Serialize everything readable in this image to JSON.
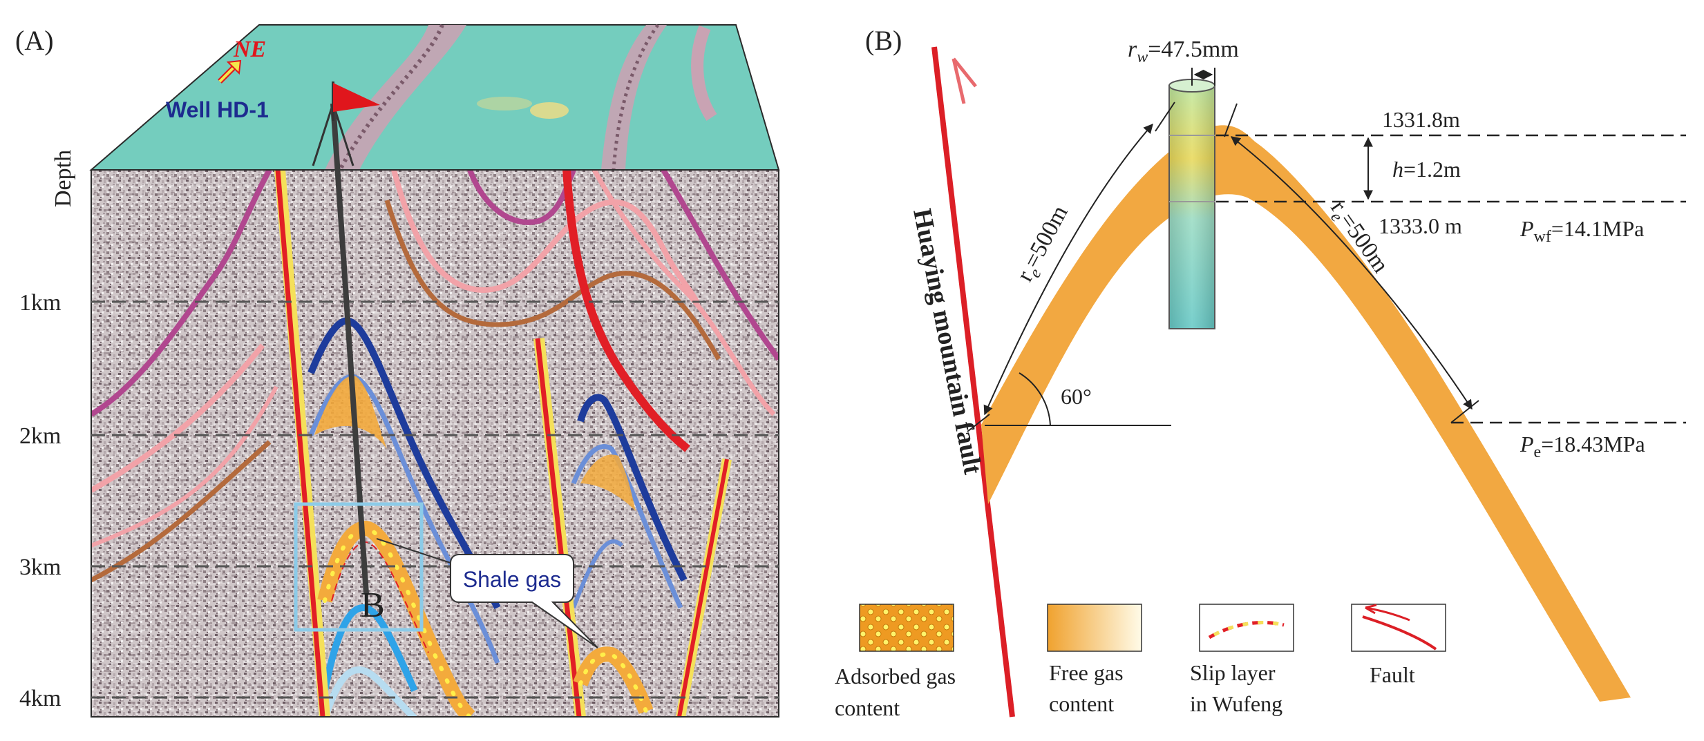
{
  "panel_a": {
    "label": "(A)",
    "north_label": "NE",
    "well_label": "Well HD-1",
    "depth_title": "Depth",
    "depth_ticks": [
      "1km",
      "2km",
      "3km",
      "4km"
    ],
    "point_label": "B",
    "callout": "Shale gas"
  },
  "panel_b": {
    "label": "(B)",
    "rw_symbol": "r",
    "rw_sub": "w",
    "rw_value": "=47.5mm",
    "depth_top": "1331.8m",
    "h_symbol": "h",
    "h_value": "=1.2m",
    "depth_bottom": "1333.0 m",
    "pwf_symbol": "P",
    "pwf_sub": "wf",
    "pwf_value": "=14.1MPa",
    "pe_symbol": "P",
    "pe_sub": "e",
    "pe_value": "=18.43MPa",
    "re_left": "r=500m",
    "re_right": "r=500m",
    "re_sub": "e",
    "angle": "60°",
    "fault_name": "Huaying mountain fault"
  },
  "legend": [
    {
      "line1": "Adsorbed gas",
      "line2": "content"
    },
    {
      "line1": "Free gas",
      "line2": "content"
    },
    {
      "line1": "Slip layer",
      "line2": "in Wufeng"
    },
    {
      "line1": "Fault",
      "line2": ""
    }
  ],
  "colors": {
    "fault_red": "#dc1f26",
    "gas_orange": "#f3aa3c",
    "well_cyan": "#80d3bc",
    "surface_teal": "#74cdbe",
    "horizon_dark_blue": "#1e3c9c",
    "horizon_light_blue": "#6b8fd8",
    "horizon_cyan": "#2fa3e8",
    "horizon_pink": "#f2a2a8",
    "horizon_brown": "#b46a3c",
    "horizon_magenta": "#b1478f",
    "box_blue": "#8ccbe8"
  }
}
